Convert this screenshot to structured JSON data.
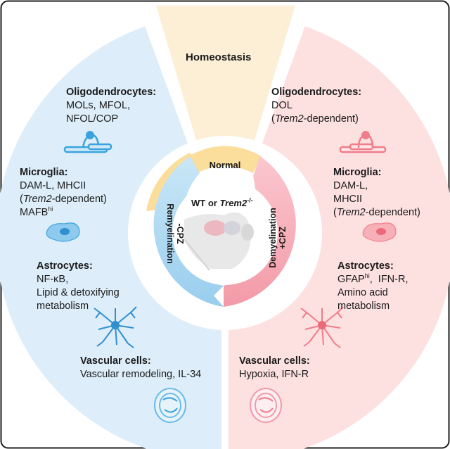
{
  "colors": {
    "frame": "#1e1e1e",
    "remyelination_sector": "#ddeefa",
    "demyelination_sector": "#fde0e0",
    "homeostasis_sector": "#fcefd5",
    "remyelination_ring": "#a9d7f2",
    "demyelination_ring": "#f6adb7",
    "normal_ring": "#fbdd9c",
    "blue_icon": "#3aa3df",
    "red_icon": "#f07d88"
  },
  "outer": {
    "homeostasis_label": "Homeostasis"
  },
  "left": {
    "oligodendrocytes": {
      "heading": "Oligodendrocytes:",
      "lines": [
        "MOLs, MFOL,",
        "NFOL/COP"
      ]
    },
    "microglia": {
      "heading": "Microglia:",
      "line1": "DAM-L, MHCII",
      "trem2_open": "(",
      "trem2_gene": "Trem2",
      "trem2_rest": "-dependent)",
      "mafb_base": "MAFB",
      "mafb_sup": "hi"
    },
    "astrocytes": {
      "heading": "Astrocytes:",
      "lines": [
        "NF-κB,",
        "Lipid & detoxifying",
        "metabolism"
      ]
    },
    "vascular": {
      "heading": "Vascular cells:",
      "line1": "Vascular remodeling, IL-34"
    }
  },
  "right": {
    "oligodendrocytes": {
      "heading": "Oligodendrocytes:",
      "line1": "DOL",
      "trem2_open": "(",
      "trem2_gene": "Trem2",
      "trem2_rest": "-dependent)"
    },
    "microglia": {
      "heading": "Microglia:",
      "lines": [
        "DAM-L,",
        "MHCII"
      ],
      "trem2_open": "(",
      "trem2_gene": "Trem2",
      "trem2_rest": "-dependent)"
    },
    "astrocytes": {
      "heading": "Astrocytes:",
      "gfap_base": "GFAP",
      "gfap_sup": "hi",
      "gfap_rest": ",  IFN-R,",
      "lines": [
        "Amino acid",
        "metabolism"
      ]
    },
    "vascular": {
      "heading": "Vascular cells:",
      "line1": "Hypoxia, IFN-R"
    }
  },
  "center": {
    "normal_label": "Normal",
    "remyelination_label": "Remyelination",
    "remyelination_sub": "-CPZ",
    "demyelination_label": "Demyelination",
    "demyelination_sub": "+CPZ",
    "genotype_prefix": "WT or ",
    "genotype_gene": "Trem2",
    "genotype_sup": "-/-"
  }
}
